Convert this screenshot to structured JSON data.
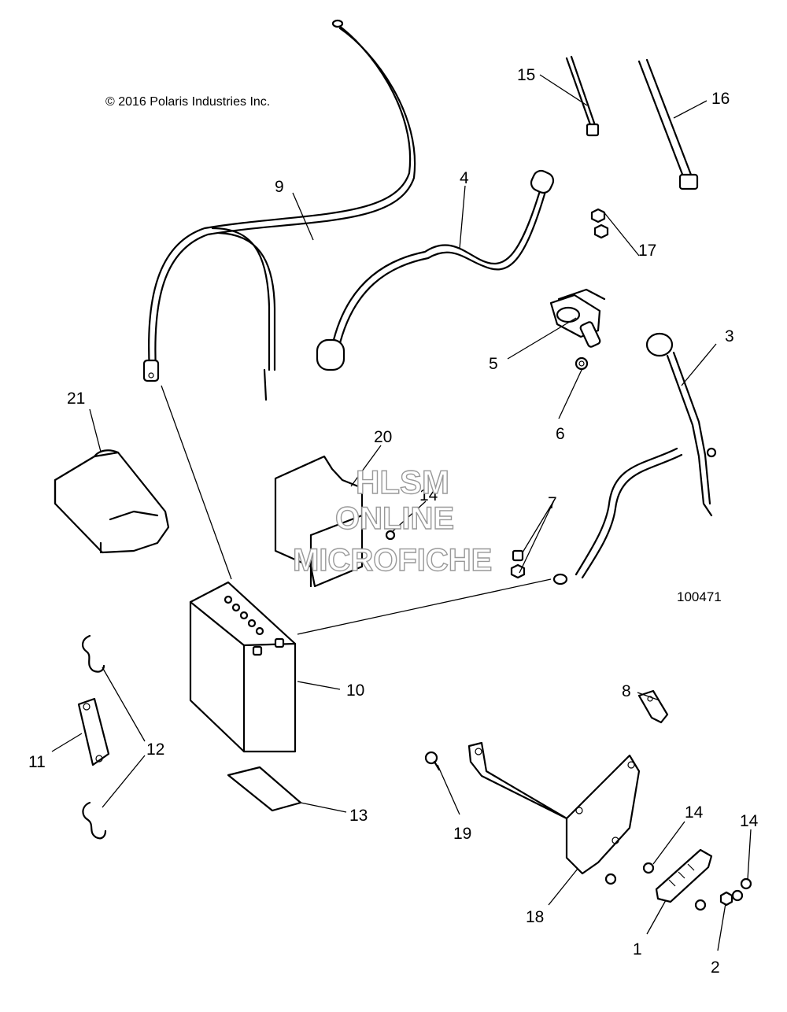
{
  "copyright": "© 2016 Polaris Industries Inc.",
  "figure_number": "100471",
  "watermark": {
    "line1": "HLSM",
    "line2": "ONLINE",
    "line3": "MICROFICHE"
  },
  "callouts": [
    {
      "id": "c1",
      "label": "1"
    },
    {
      "id": "c2",
      "label": "2"
    },
    {
      "id": "c3",
      "label": "3"
    },
    {
      "id": "c4",
      "label": "4"
    },
    {
      "id": "c5",
      "label": "5"
    },
    {
      "id": "c6",
      "label": "6"
    },
    {
      "id": "c7",
      "label": "7"
    },
    {
      "id": "c8",
      "label": "8"
    },
    {
      "id": "c9",
      "label": "9"
    },
    {
      "id": "c10",
      "label": "10"
    },
    {
      "id": "c11",
      "label": "11"
    },
    {
      "id": "c12",
      "label": "12"
    },
    {
      "id": "c13",
      "label": "13"
    },
    {
      "id": "c14a",
      "label": "14"
    },
    {
      "id": "c14b",
      "label": "14"
    },
    {
      "id": "c14c",
      "label": "14"
    },
    {
      "id": "c15",
      "label": "15"
    },
    {
      "id": "c16",
      "label": "16"
    },
    {
      "id": "c17",
      "label": "17"
    },
    {
      "id": "c18",
      "label": "18"
    },
    {
      "id": "c19",
      "label": "19"
    },
    {
      "id": "c20",
      "label": "20"
    },
    {
      "id": "c21",
      "label": "21"
    }
  ]
}
